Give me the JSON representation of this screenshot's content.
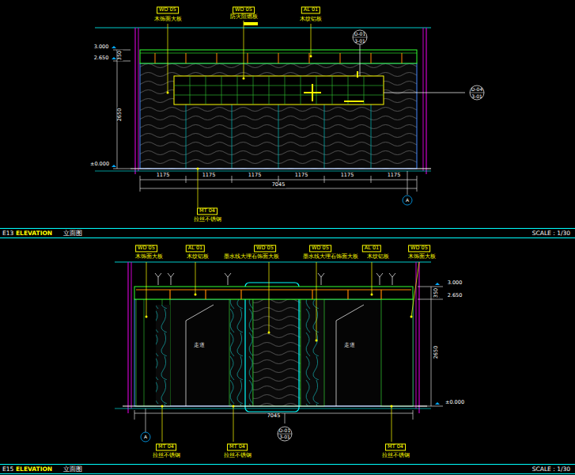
{
  "diagram": {
    "nodes": [
      {
        "text": [
          "E13",
          "ELEVATION",
          "立面图",
          "SCALE : 1/30"
        ]
      },
      {
        "text": [
          "E15",
          "ELEVATION",
          "立面图",
          "SCALE : 1/30"
        ]
      }
    ],
    "labels": [
      "WD 05",
      "木饰面大板",
      "WD 05",
      "防火阻燃板",
      "AL 01",
      "木纹铝板",
      "3.000",
      "2.650",
      "±0.000",
      "350",
      "2650",
      "1175",
      "1175",
      "1175",
      "1175",
      "1175",
      "1175",
      "7045",
      "D-01",
      "3-01",
      "D-04",
      "3-01",
      "A",
      "MT 04",
      "拉丝不锈钢",
      "WD 05",
      "木饰面大板",
      "AL 01",
      "木纹铝板",
      "WD 05",
      "墨水线大理石饰面大板",
      "WD 05",
      "墨水线大理石饰面大板",
      "AL 01",
      "木纹铝板",
      "WD 05",
      "木饰面大板",
      "3.000",
      "2.650",
      "±0.000",
      "350",
      "2650",
      "走道",
      "走道",
      "7045",
      "D-01",
      "3-01",
      "A",
      "MT 04",
      "拉丝不锈钢",
      "MT 04",
      "拉丝不锈钢",
      "MT 04",
      "拉丝不锈钢"
    ]
  }
}
